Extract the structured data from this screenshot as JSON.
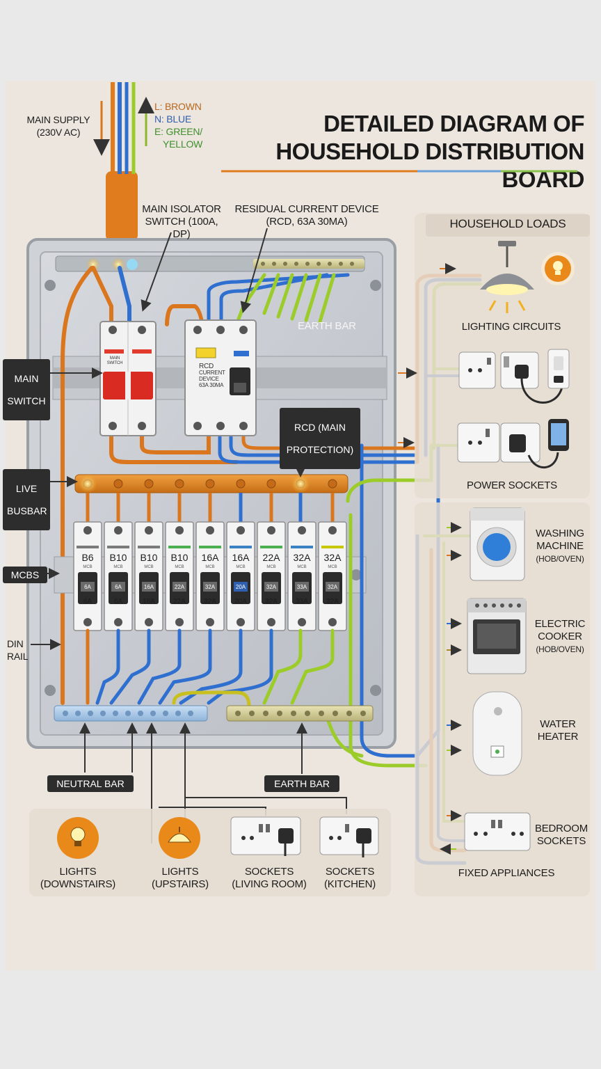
{
  "title": {
    "line1": "DETAILED DIAGRAM OF",
    "line2": "HOUSEHOLD DISTRIBUTION BOARD"
  },
  "supply": {
    "label1": "MAIN SUPPLY",
    "label2": "(230V AC)"
  },
  "wire_legend": {
    "live": "L: BROWN",
    "neutral": "N: BLUE",
    "earth1": "E: GREEN/",
    "earth2": "YELLOW"
  },
  "callouts": {
    "isolator1": "MAIN ISOLATOR",
    "isolator2": "SWITCH (100A, DP)",
    "rcd1": "RESIDUAL CURRENT DEVICE",
    "rcd2": "(RCD, 63A 30mA)",
    "earth_bar_top": "EARTH BAR",
    "rcd_main1": "RCD (MAIN",
    "rcd_main2": "PROTECTION)",
    "main_switch1": "MAIN",
    "main_switch2": "SWITCH",
    "live_busbar1": "LIVE",
    "live_busbar2": "BUSBAR",
    "mcbs": "MCBS",
    "din1": "DIN",
    "din2": "RAIL",
    "neutral_bar": "NEUTRAL BAR",
    "earth_bar": "EARTH BAR"
  },
  "devices": {
    "main_switch_text1": "MAIN",
    "main_switch_text2": "SWITCH",
    "rcd_text1": "RCD",
    "rcd_text2": "CURRENT",
    "rcd_text3": "DEVICE",
    "rcd_text4": "63A 30mA"
  },
  "mcbs": [
    {
      "rating": "B6",
      "lower": "6A",
      "color": "#7a7a7a"
    },
    {
      "rating": "B10",
      "lower": "6A",
      "color": "#7a7a7a"
    },
    {
      "rating": "B10",
      "lower": "16A",
      "color": "#7a7a7a"
    },
    {
      "rating": "B10",
      "lower": "22A",
      "color": "#4caf50"
    },
    {
      "rating": "16A",
      "lower": "32A",
      "color": "#4caf50"
    },
    {
      "rating": "16A",
      "lower": "20A",
      "color": "#3b82c4"
    },
    {
      "rating": "22A",
      "lower": "32A",
      "color": "#4caf50"
    },
    {
      "rating": "32A",
      "lower": "33A",
      "color": "#3b82c4"
    },
    {
      "rating": "32A",
      "lower": "32A",
      "color": "#c8c800"
    }
  ],
  "mcb_mark": "MCB",
  "loads": {
    "header": "HOUSEHOLD LOADS",
    "lighting": "LIGHTING CIRCUITS",
    "power": "POWER SOCKETS",
    "washing1": "WASHING",
    "washing2": "MACHINE",
    "washing3": "(HOB/OVEN)",
    "cooker1": "ELECTRIC",
    "cooker2": "COOKER",
    "cooker3": "(HOB/OVEN)",
    "heater1": "WATER",
    "heater2": "HEATER",
    "bedroom1": "BEDROOM",
    "bedroom2": "SOCKETS",
    "fixed": "FIXED APPLIANCES"
  },
  "bottom": [
    {
      "line1": "LIGHTS",
      "line2": "(DOWNSTAIRS)"
    },
    {
      "line1": "LIGHTS",
      "line2": "(UPSTAIRS)"
    },
    {
      "line1": "SOCKETS",
      "line2": "(LIVING ROOM)"
    },
    {
      "line1": "SOCKETS",
      "line2": "(KITCHEN)"
    }
  ],
  "colors": {
    "live": "#d9761e",
    "neutral": "#2f6fcf",
    "earth": "#9ccc2a",
    "accent_orange": "#e8891a"
  }
}
